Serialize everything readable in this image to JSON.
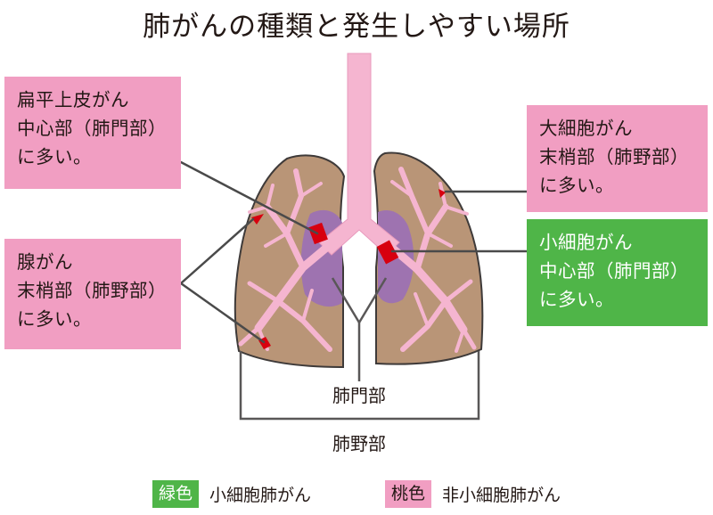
{
  "title": "肺がんの種類と発生しやすい場所",
  "callouts": {
    "squamous": {
      "lines": [
        "扁平上皮がん",
        "中心部（肺門部）",
        "に多い。"
      ]
    },
    "adeno": {
      "lines": [
        "腺がん",
        "末梢部（肺野部）",
        "に多い。"
      ]
    },
    "large_cell": {
      "lines": [
        "大細胞がん",
        "末梢部（肺野部）",
        "に多い。"
      ]
    },
    "small_cell": {
      "lines": [
        "小細胞がん",
        "中心部（肺門部）",
        "に多い。"
      ]
    }
  },
  "labels": {
    "hilar": "肺門部",
    "peripheral": "肺野部"
  },
  "legend": {
    "green": {
      "chip": "緑色",
      "text": "小細胞肺がん"
    },
    "pink": {
      "chip": "桃色",
      "text": "非小細胞肺がん"
    }
  },
  "colors": {
    "pink_box": "#f19ec2",
    "green_box": "#4fb548",
    "lung_tissue": "#b99577",
    "airway": "#f5b5d0",
    "hilar_region": "#9e73b0",
    "tumor": "#d7000f"
  }
}
